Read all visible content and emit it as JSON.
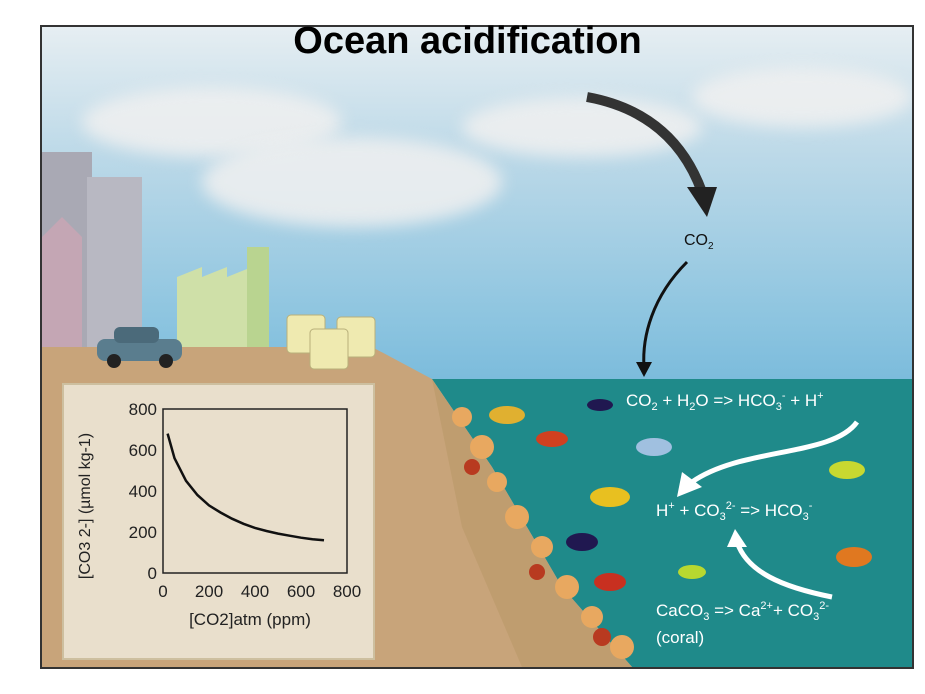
{
  "title": "Ocean acidification",
  "co2_label": [
    {
      "t": "CO"
    },
    {
      "t": "2",
      "s": "sub"
    }
  ],
  "equations": {
    "eq1": [
      {
        "t": "CO"
      },
      {
        "t": "2",
        "s": "sub"
      },
      {
        "t": " + H"
      },
      {
        "t": "2",
        "s": "sub"
      },
      {
        "t": "O => HCO"
      },
      {
        "t": "3",
        "s": "sub"
      },
      {
        "t": "-",
        "s": "sup"
      },
      {
        "t": " + H"
      },
      {
        "t": "+",
        "s": "sup"
      }
    ],
    "eq2": [
      {
        "t": "H"
      },
      {
        "t": "+",
        "s": "sup"
      },
      {
        "t": " + CO"
      },
      {
        "t": "3",
        "s": "sub"
      },
      {
        "t": "2-",
        "s": "sup"
      },
      {
        "t": " => HCO"
      },
      {
        "t": "3",
        "s": "sub"
      },
      {
        "t": "-",
        "s": "sup"
      }
    ],
    "eq3": [
      {
        "t": "CaCO"
      },
      {
        "t": "3",
        "s": "sub"
      },
      {
        "t": " => Ca"
      },
      {
        "t": "2+",
        "s": "sup"
      },
      {
        "t": "+ CO"
      },
      {
        "t": "3",
        "s": "sub"
      },
      {
        "t": "2-",
        "s": "sup"
      }
    ],
    "eq3_note": "(coral)"
  },
  "colors": {
    "ocean": "#1f8a8a",
    "land": "#c9a67a",
    "sky": "#8ec5e0"
  },
  "chart_data": {
    "type": "line",
    "title": "",
    "xlabel": "[CO2]atm (ppm)",
    "ylabel": "[CO3 2-] (µmol kg-1)",
    "xlim": [
      0,
      800
    ],
    "ylim": [
      0,
      800
    ],
    "xticks": [
      "0",
      "200",
      "400",
      "600",
      "800"
    ],
    "yticks": [
      "0",
      "200",
      "400",
      "600",
      "800"
    ],
    "x": [
      20,
      50,
      100,
      150,
      200,
      250,
      300,
      350,
      400,
      450,
      500,
      550,
      600,
      650,
      700
    ],
    "y": [
      680,
      560,
      450,
      380,
      330,
      295,
      265,
      240,
      220,
      205,
      192,
      182,
      172,
      165,
      160
    ]
  }
}
